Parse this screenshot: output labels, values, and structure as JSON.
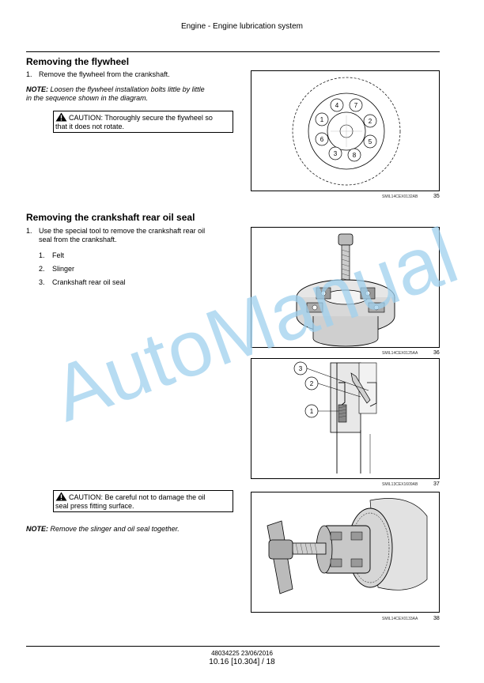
{
  "header": {
    "title": "Engine - Engine lubrication system"
  },
  "section1": {
    "heading": "Removing the flywheel",
    "step1_num": "1.",
    "step1_text": "Remove the flywheel from the crankshaft.",
    "note_label": "NOTE:",
    "note_line1": "Loosen the flywheel installation bolts little by little",
    "note_line2": "in the sequence shown in the diagram.",
    "caution_line1": "CAUTION: Thoroughly secure the flywheel so",
    "caution_line2": "that it does not rotate."
  },
  "fig35": {
    "bolt_labels": [
      "1",
      "2",
      "3",
      "4",
      "5",
      "6",
      "7",
      "8"
    ],
    "code": "SMIL14CEX0132AB",
    "number": "35"
  },
  "section2": {
    "heading": "Removing the crankshaft rear oil seal",
    "step1_num": "1.",
    "step1_line1": "Use the special tool to remove the crankshaft rear oil",
    "step1_line2": "seal from the crankshaft.",
    "items": [
      {
        "num": "1.",
        "label": "Felt"
      },
      {
        "num": "2.",
        "label": "Slinger"
      },
      {
        "num": "3.",
        "label": "Crankshaft rear oil seal"
      }
    ],
    "caution_line1": "CAUTION: Be careful not to damage the oil",
    "caution_line2": "seal press fitting surface.",
    "note_label": "NOTE:",
    "note_text": "Remove the slinger and oil seal together."
  },
  "fig36": {
    "code": "SMIL14CEX0125AA",
    "number": "36"
  },
  "fig37": {
    "callouts": [
      "1",
      "2",
      "3"
    ],
    "code": "SMIL13CEX1609AB",
    "number": "37"
  },
  "fig38": {
    "code": "SMIL14CEX0133AA",
    "number": "38"
  },
  "watermark": {
    "text": "AutoManual",
    "color": "#9fd0ee"
  },
  "footer": {
    "doc_line": "48034225 23/06/2016",
    "page_line": "10.16 [10.304] / 18"
  }
}
